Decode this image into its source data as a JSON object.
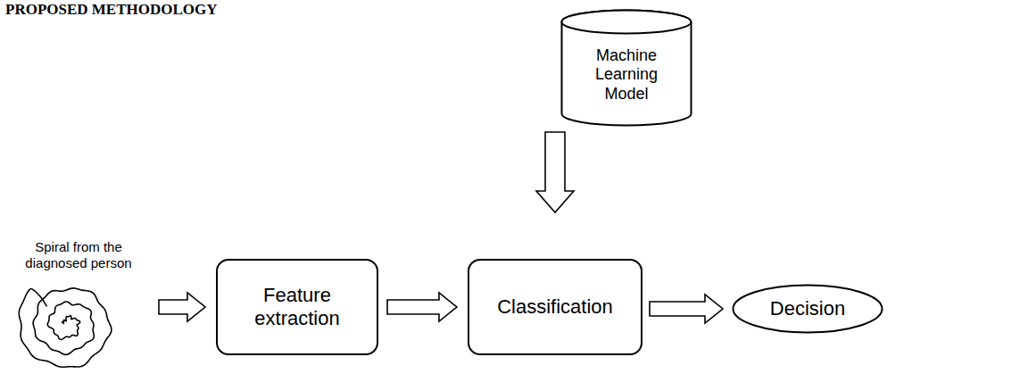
{
  "diagram": {
    "title": "PROPOSED METHODOLOGY",
    "nodes": [
      {
        "text": [
          "Spiral from the diagnosed person"
        ]
      },
      {
        "text": [
          "Feature extraction"
        ]
      },
      {
        "text": [
          "Machine Learning Model"
        ]
      },
      {
        "text": [
          "Classification"
        ]
      },
      {
        "text": [
          "Decision"
        ]
      }
    ],
    "edges": [
      {
        "from": 0,
        "to": 1,
        "arrow": "to"
      },
      {
        "from": 1,
        "to": 3,
        "arrow": "to"
      },
      {
        "from": 2,
        "to": 3,
        "arrow": "to"
      },
      {
        "from": 3,
        "to": 4,
        "arrow": "to"
      }
    ]
  }
}
